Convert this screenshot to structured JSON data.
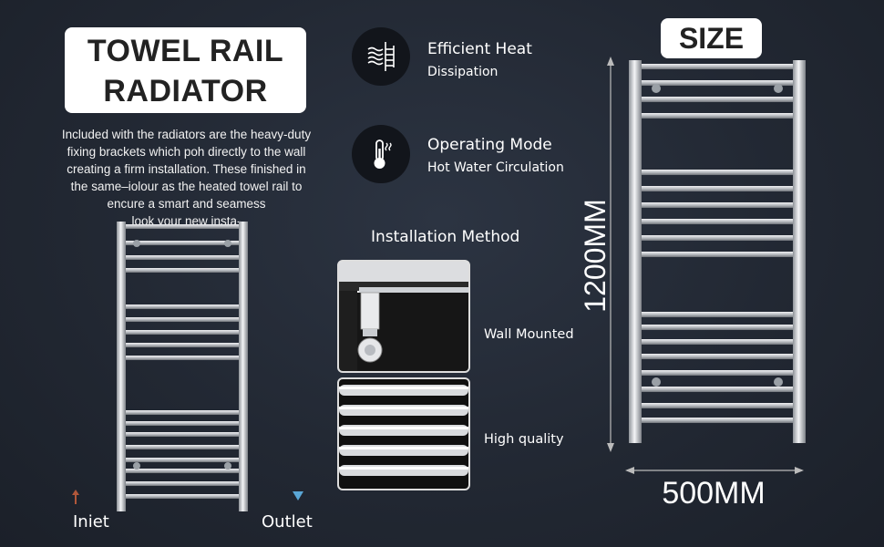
{
  "title": {
    "line1": "TOWEL RAIL",
    "line2": "RADIATOR"
  },
  "description": [
    "Included with the radiators are the heavy-duty",
    "fixing brackets which poh directly to the wall",
    "creating a firm installation. These finished in",
    "the same–iolour as the heated towel rail to",
    "encure a smart and seameѕs",
    "look your new insta-"
  ],
  "features": [
    {
      "title": "Efficient Heat",
      "subtitle": "Dissipation",
      "icon": "heat-radiator-icon"
    },
    {
      "title": "Operating Mode",
      "subtitle": "Hot Water Circulation",
      "icon": "thermometer-icon"
    }
  ],
  "installation": {
    "heading": "Installation Method",
    "items": [
      {
        "label": "Wall Mounted",
        "image": "bracket-valve-photo"
      },
      {
        "label": "High quality",
        "image": "chrome-bars-photo"
      }
    ]
  },
  "flow": {
    "inlet": {
      "label": "Iniet",
      "color": "#b0573a",
      "icon": "up-arrow-icon"
    },
    "outlet": {
      "label": "Outlet",
      "color": "#5aa6d6",
      "icon": "down-triangle-icon"
    }
  },
  "size": {
    "heading": "SIZE",
    "height": "1200MM",
    "width": "500MM"
  },
  "colors": {
    "background": "#232935",
    "chrome": "#c8cbd0",
    "label_box": "#ffffff"
  }
}
